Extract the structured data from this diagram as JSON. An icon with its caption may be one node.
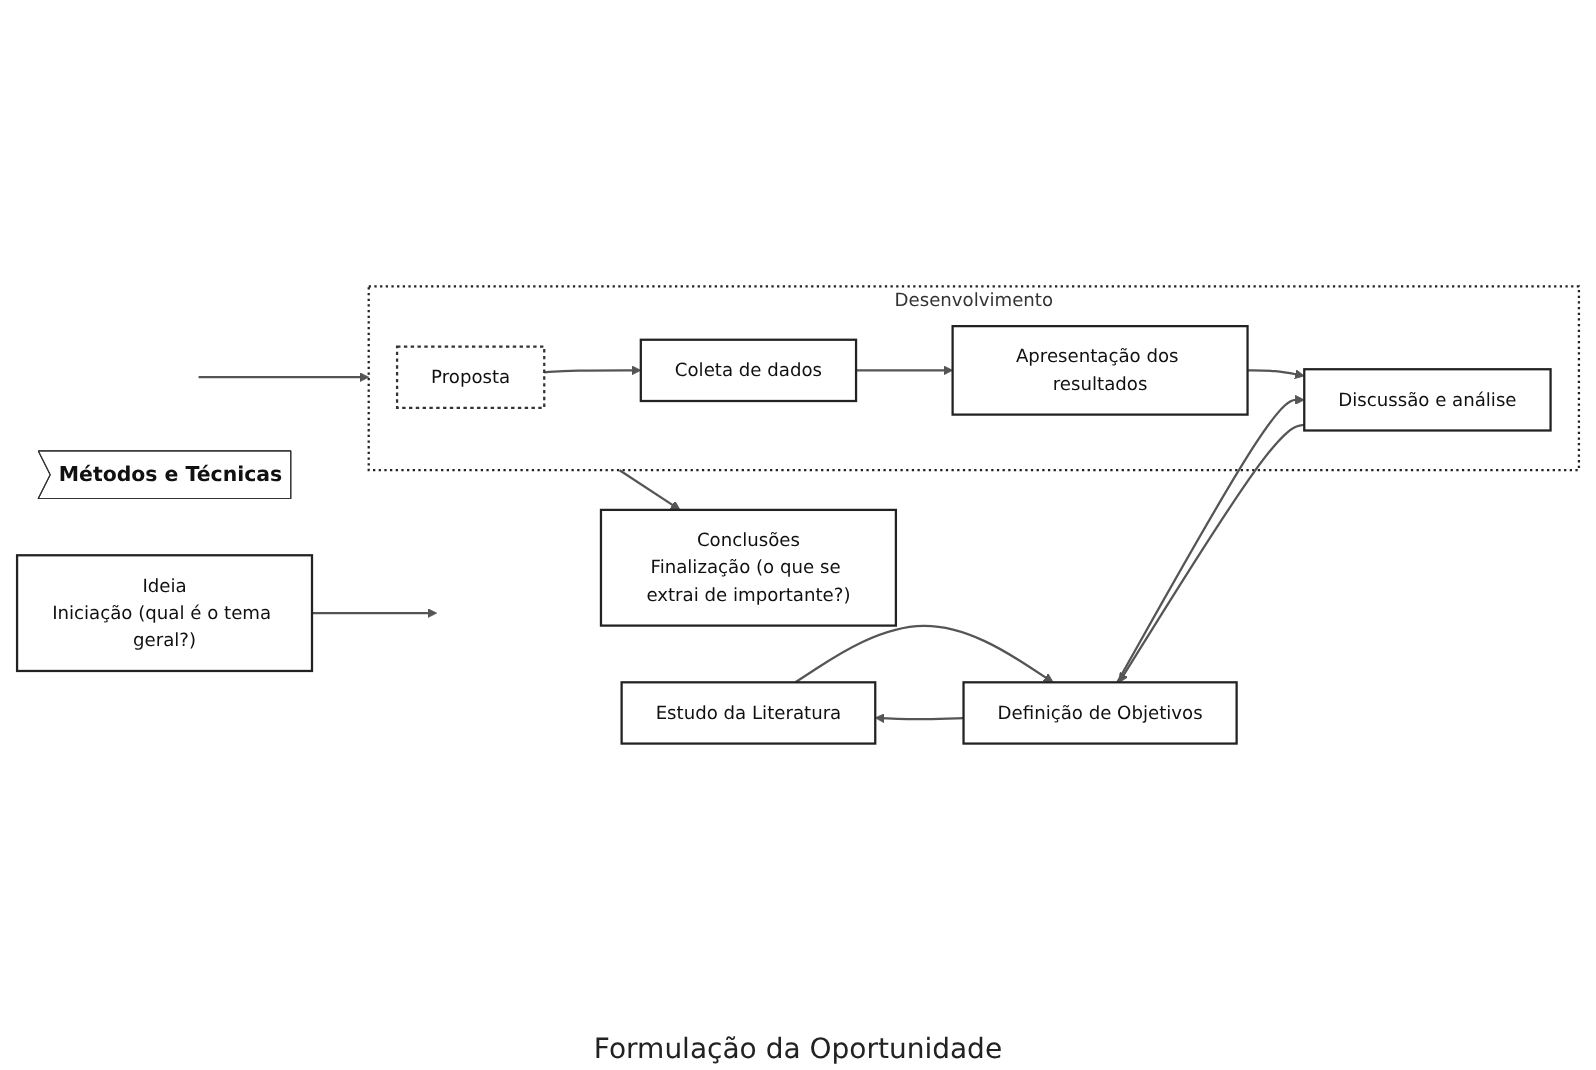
{
  "diagram": {
    "nodes": [
      {
        "text": [
          "Ideia",
          "Iniciação (qual é o tema geral?)"
        ]
      },
      {
        "text": [
          "Estudo da Literatura"
        ]
      },
      {
        "text": [
          "Definição de Objetivos"
        ]
      },
      {
        "text": [
          "Desenvolvimento"
        ]
      },
      {
        "text": [
          "Proposta"
        ],
        "in": 3
      },
      {
        "text": [
          "Coleta de dados"
        ],
        "in": 3
      },
      {
        "text": [
          "Apresentação dos resultados"
        ],
        "in": 3
      },
      {
        "text": [
          "Discussão e análise"
        ],
        "in": 3
      },
      {
        "text": [
          "Conclusões",
          "Finalização (o que se extrai de importante?)"
        ]
      },
      {
        "text": [
          "Métodos e Técnicas"
        ]
      }
    ],
    "edges": [
      {
        "from": 0,
        "to": null,
        "arrow": "to"
      },
      {
        "from": 2,
        "to": 1,
        "arrow": "to"
      },
      {
        "from": 1,
        "to": 2,
        "arrow": "to"
      },
      {
        "from": null,
        "to": 3,
        "arrow": "to"
      },
      {
        "from": 4,
        "to": 5,
        "arrow": "to"
      },
      {
        "from": 5,
        "to": 6,
        "arrow": "to"
      },
      {
        "from": 6,
        "to": 7,
        "arrow": "to"
      },
      {
        "from": 2,
        "to": 7,
        "arrow": "to"
      },
      {
        "from": 7,
        "to": 2,
        "arrow": "to"
      },
      {
        "from": 3,
        "to": 8,
        "arrow": "to"
      }
    ],
    "labels": [
      "Formulação da Oportunidade"
    ]
  }
}
